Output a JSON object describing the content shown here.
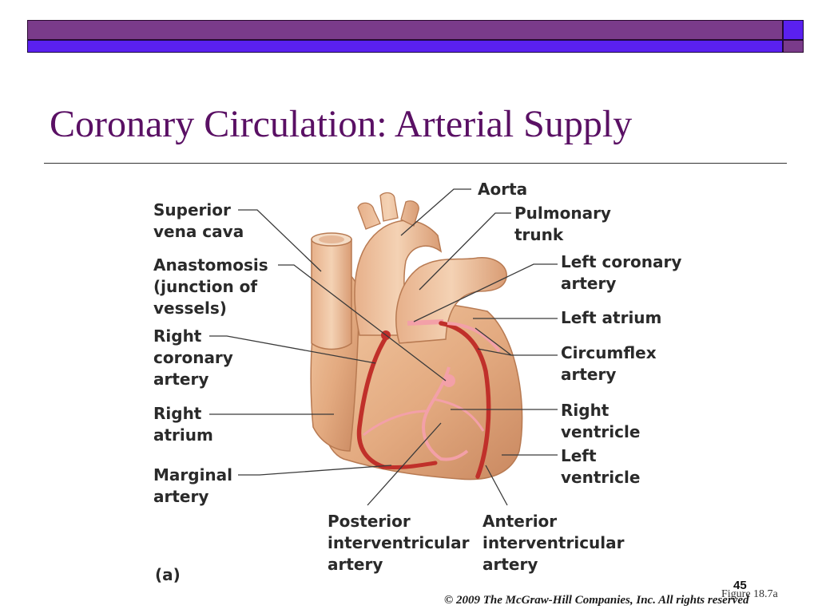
{
  "slide": {
    "title": "Coronary Circulation: Arterial Supply",
    "slide_number": "45",
    "figure_ref": "Figure 18.7a",
    "copyright": "© 2009 The McGraw-Hill Companies, Inc. All rights reserved"
  },
  "figure": {
    "panel_label": "(a)",
    "labels": {
      "aorta": [
        "Aorta"
      ],
      "superior_vena_cava": [
        "Superior",
        "vena cava"
      ],
      "pulmonary_trunk": [
        "Pulmonary",
        "trunk"
      ],
      "anastomosis": [
        "Anastomosis",
        "(junction of",
        "vessels)"
      ],
      "left_coronary_artery": [
        "Left coronary",
        "artery"
      ],
      "left_atrium": [
        "Left atrium"
      ],
      "right_coronary_artery": [
        "Right",
        "coronary",
        "artery"
      ],
      "circumflex_artery": [
        "Circumflex",
        "artery"
      ],
      "right_atrium": [
        "Right",
        "atrium"
      ],
      "right_ventricle": [
        "Right",
        "ventricle"
      ],
      "left_ventricle": [
        "Left",
        "ventricle"
      ],
      "marginal_artery": [
        "Marginal",
        "artery"
      ],
      "posterior_interventricular_artery": [
        "Posterior",
        "interventricular",
        "artery"
      ],
      "anterior_interventricular_artery": [
        "Anterior",
        "interventricular",
        "artery"
      ]
    }
  },
  "colors": {
    "title": "#5a1064",
    "bar_purple": "#7a3b8a",
    "bar_blue": "#5a20f0",
    "heart_tissue": "#e3aa80",
    "artery_red": "#c0302a",
    "posterior_vessel_pink": "#f3a0a8"
  }
}
